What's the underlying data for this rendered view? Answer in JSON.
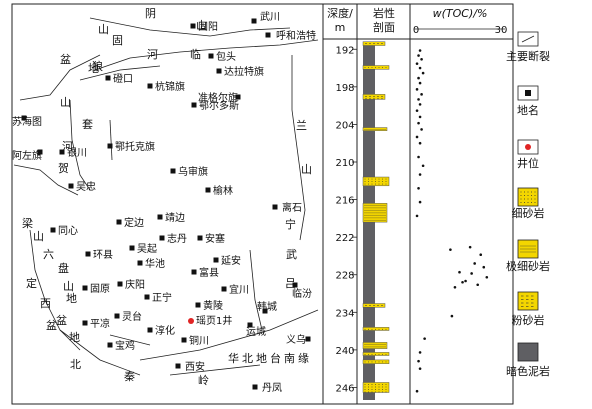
{
  "map": {
    "places": [
      {
        "id": "guyang",
        "label": "固阳"
      },
      {
        "id": "wuchuan",
        "label": "武川"
      },
      {
        "id": "hohhot",
        "label": "呼和浩特"
      },
      {
        "id": "baotou",
        "label": "包头"
      },
      {
        "id": "dalate",
        "label": "达拉特旗"
      },
      {
        "id": "dengkou",
        "label": "磴口"
      },
      {
        "id": "hangjin",
        "label": "杭锦旗"
      },
      {
        "id": "ordos",
        "label": "鄂尔多斯"
      },
      {
        "id": "zhungeer",
        "label": "准格尔旗"
      },
      {
        "id": "suhaitu",
        "label": "苏海图"
      },
      {
        "id": "alashan",
        "label": "阿左旗"
      },
      {
        "id": "yinchuan",
        "label": "银川"
      },
      {
        "id": "wuzhong",
        "label": "吴忠"
      },
      {
        "id": "etuoke",
        "label": "鄂托克旗"
      },
      {
        "id": "wushen",
        "label": "乌审旗"
      },
      {
        "id": "yulin",
        "label": "榆林"
      },
      {
        "id": "lishi",
        "label": "离石"
      },
      {
        "id": "tongxin",
        "label": "同心"
      },
      {
        "id": "dingbian",
        "label": "定边"
      },
      {
        "id": "jingbian",
        "label": "靖边"
      },
      {
        "id": "zhidan",
        "label": "志丹"
      },
      {
        "id": "ansai",
        "label": "安塞"
      },
      {
        "id": "huanxian",
        "label": "环县"
      },
      {
        "id": "wuqi",
        "label": "吴起"
      },
      {
        "id": "huachi",
        "label": "华池"
      },
      {
        "id": "fuxian",
        "label": "富县"
      },
      {
        "id": "yanan",
        "label": "延安"
      },
      {
        "id": "yichuan",
        "label": "宜川"
      },
      {
        "id": "linfen",
        "label": "临汾"
      },
      {
        "id": "guyuan",
        "label": "固原"
      },
      {
        "id": "qingyang",
        "label": "庆阳"
      },
      {
        "id": "zhengning",
        "label": "正宁"
      },
      {
        "id": "huangling",
        "label": "黄陵"
      },
      {
        "id": "pingliang",
        "label": "平凉"
      },
      {
        "id": "lingtai",
        "label": "灵台"
      },
      {
        "id": "chunhua",
        "label": "淳化"
      },
      {
        "id": "hancheng",
        "label": "韩城"
      },
      {
        "id": "yuncheng",
        "label": "运城"
      },
      {
        "id": "tongchuan",
        "label": "铜川"
      },
      {
        "id": "baoji",
        "label": "宝鸡"
      },
      {
        "id": "xian",
        "label": "西安"
      },
      {
        "id": "danfeng",
        "label": "丹凤"
      },
      {
        "id": "yiwu",
        "label": "义乌"
      }
    ],
    "well": {
      "label": "瑶页1井"
    },
    "region_chars": [
      "阴",
      "山",
      "山",
      "固",
      "河",
      "临",
      "盆",
      "地",
      "狼",
      "山",
      "套",
      "河",
      "贺",
      "兰",
      "山",
      "宁",
      "武",
      "吕",
      "梁",
      "山",
      "六",
      "盘",
      "山",
      "盆",
      "地",
      "定",
      "西",
      "盆",
      "地",
      "北",
      "秦",
      "岭"
    ],
    "margin_text": "华北地台南缘"
  },
  "column": {
    "depth_header": [
      "深度/",
      "m"
    ],
    "lith_header": [
      "岩性",
      "剖面"
    ],
    "toc_header": "w(TOC)/%",
    "toc_ticks": [
      "0",
      "30"
    ],
    "depth_ticks": [
      "192",
      "198",
      "204",
      "210",
      "216",
      "222",
      "228",
      "234",
      "240",
      "246"
    ]
  },
  "toc_data": {
    "type": "scatter",
    "xlabel": "w(TOC)/%",
    "ylabel": "深度/m",
    "xlim": [
      0,
      30
    ],
    "ylim": [
      191,
      248
    ],
    "points": [
      [
        2.0,
        192.2
      ],
      [
        1.5,
        193.0
      ],
      [
        2.5,
        193.6
      ],
      [
        1.0,
        194.3
      ],
      [
        2.0,
        195.0
      ],
      [
        3.0,
        195.8
      ],
      [
        1.5,
        196.6
      ],
      [
        2.0,
        197.4
      ],
      [
        1.0,
        198.4
      ],
      [
        2.5,
        199.2
      ],
      [
        1.5,
        200.0
      ],
      [
        2.0,
        200.8
      ],
      [
        1.0,
        201.8
      ],
      [
        2.0,
        202.8
      ],
      [
        1.5,
        203.8
      ],
      [
        2.5,
        204.8
      ],
      [
        1.0,
        206.0
      ],
      [
        2.0,
        207.0
      ],
      [
        1.5,
        209.2
      ],
      [
        3.0,
        210.6
      ],
      [
        2.0,
        212.0
      ],
      [
        1.5,
        214.2
      ],
      [
        2.0,
        216.4
      ],
      [
        1.0,
        218.6
      ],
      [
        12.0,
        224.0
      ],
      [
        18.5,
        223.6
      ],
      [
        22.0,
        224.8
      ],
      [
        20.0,
        226.2
      ],
      [
        23.0,
        226.8
      ],
      [
        15.0,
        227.6
      ],
      [
        19.0,
        227.8
      ],
      [
        24.0,
        228.4
      ],
      [
        17.0,
        229.0
      ],
      [
        21.0,
        229.6
      ],
      [
        13.5,
        230.0
      ],
      [
        16.0,
        229.2
      ],
      [
        12.5,
        234.6
      ],
      [
        3.5,
        238.2
      ],
      [
        2.0,
        240.4
      ],
      [
        1.5,
        241.8
      ],
      [
        2.0,
        243.0
      ],
      [
        1.0,
        246.6
      ]
    ],
    "sand_beds": [
      {
        "top": 190.8,
        "base": 191.4,
        "type": "siltstone"
      },
      {
        "top": 194.6,
        "base": 195.2,
        "type": "fine_sand"
      },
      {
        "top": 199.2,
        "base": 200.0,
        "type": "siltstone"
      },
      {
        "top": 204.5,
        "base": 205.0,
        "type": "very_fine_sand"
      },
      {
        "top": 212.4,
        "base": 213.8,
        "type": "fine_sand"
      },
      {
        "top": 216.6,
        "base": 219.6,
        "type": "very_fine_sand"
      },
      {
        "top": 232.6,
        "base": 233.2,
        "type": "siltstone"
      },
      {
        "top": 236.4,
        "base": 236.9,
        "type": "fine_sand"
      },
      {
        "top": 238.8,
        "base": 239.8,
        "type": "very_fine_sand"
      },
      {
        "top": 240.4,
        "base": 240.9,
        "type": "fine_sand"
      },
      {
        "top": 241.6,
        "base": 242.2,
        "type": "fine_sand"
      },
      {
        "top": 245.2,
        "base": 246.8,
        "type": "fine_sand"
      }
    ]
  },
  "legend": {
    "items": [
      {
        "id": "fault",
        "label": "主要断裂"
      },
      {
        "id": "place",
        "label": "地名"
      },
      {
        "id": "well",
        "label": "井位"
      },
      {
        "id": "fine_sand",
        "label": "细砂岩"
      },
      {
        "id": "very_fine_sand",
        "label": "极细砂岩"
      },
      {
        "id": "siltstone",
        "label": "粉砂岩"
      },
      {
        "id": "dark_mud",
        "label": "暗色泥岩"
      }
    ]
  },
  "colors": {
    "sand": "#f3d600",
    "mud": "#5f5f63",
    "well": "#e02424",
    "frame": "#222222"
  }
}
